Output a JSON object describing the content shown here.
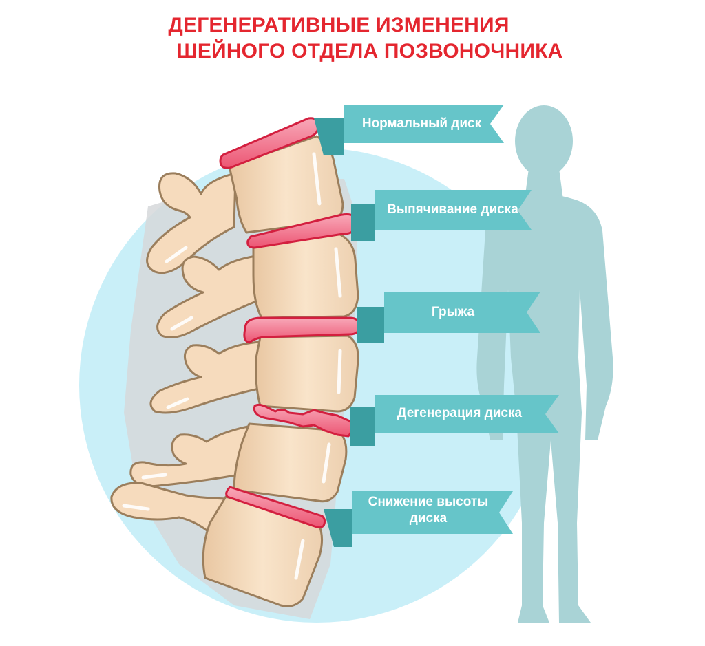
{
  "title": {
    "line1": "ДЕГЕНЕРАТИВНЫЕ ИЗМЕНЕНИЯ",
    "line2": "ШЕЙНОГО ОТДЕЛА ПОЗВОНОЧНИКА"
  },
  "labels": [
    {
      "text": "Нормальный диск"
    },
    {
      "text": "Выпячивание диска"
    },
    {
      "text": "Грыжа"
    },
    {
      "text": "Дегенерация диска"
    },
    {
      "line1": "Снижение высоты",
      "line2": "диска"
    }
  ],
  "colors": {
    "title": "#e4262f",
    "ribbon": "#66c5c9",
    "ribbon_fold": "#3b9ea1",
    "background_circle": "#c9eff8",
    "silhouette": "#a9d3d6",
    "bone": "#f6dbbd",
    "bone_outline": "#9b7e5c",
    "disc": "#f06d87",
    "disc_outline": "#d31f3f"
  }
}
